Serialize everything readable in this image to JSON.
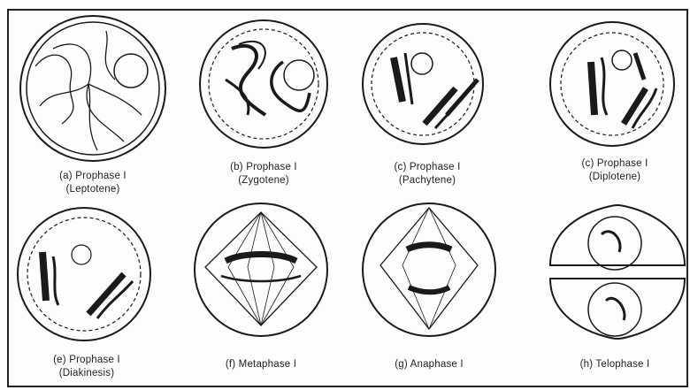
{
  "stages": [
    {
      "id": "a",
      "line1": "(a) Prophase I",
      "line2": "(Leptotene)"
    },
    {
      "id": "b",
      "line1": "(b) Prophase I",
      "line2": "(Zygotene)"
    },
    {
      "id": "c1",
      "line1": "(c) Prophase I",
      "line2": "(Pachytene)"
    },
    {
      "id": "c2",
      "line1": "(c) Prophase I",
      "line2": "(Diplotene)"
    },
    {
      "id": "e",
      "line1": "(e) Prophase I",
      "line2": "(Diakinesis)"
    },
    {
      "id": "f",
      "line1": "(f) Metaphase I",
      "line2": ""
    },
    {
      "id": "g",
      "line1": "(g) Anaphase I",
      "line2": ""
    },
    {
      "id": "h",
      "line1": "(h) Telophase I",
      "line2": ""
    }
  ],
  "colors": {
    "ink": "#1a1a1a",
    "paper": "#fdfdfb"
  }
}
